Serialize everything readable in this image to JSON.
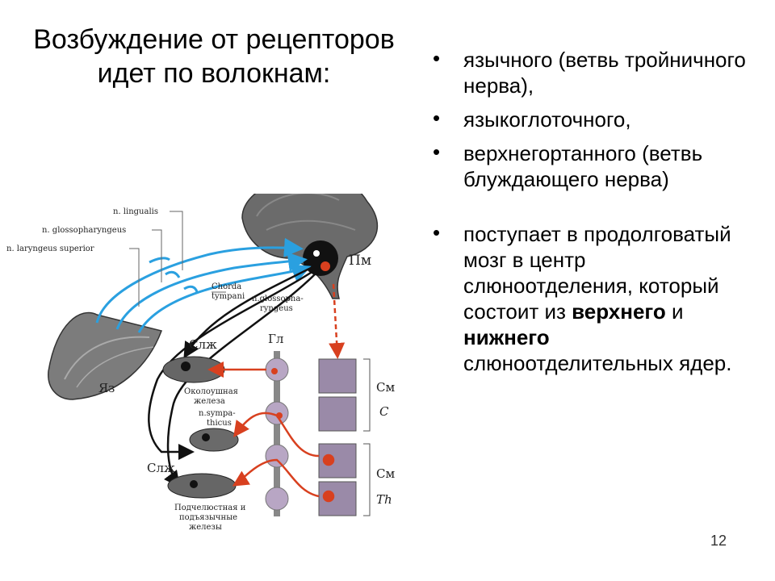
{
  "slide": {
    "title": "Возбуждение от рецепторов идет по волокнам:",
    "page_number": "12"
  },
  "bullets": {
    "item1": "язычного (ветвь тройничного нерва),",
    "item2": "языкоглоточного,",
    "item3": "верхнегортанного (ветвь блуждающего нерва)",
    "item4_part1": "поступает в продолговатый мозг в центр слюноотделения, который состоит из ",
    "item4_bold1": "верхнего",
    "item4_part2": " и ",
    "item4_bold2": "нижнего",
    "item4_part3": " слюноотделительных ядер."
  },
  "diagram": {
    "labels": {
      "n_lingualis": "n. lingualis",
      "n_glossopharyngeus": "n. glossopharyngeus",
      "n_laryngeus_superior": "n. laryngeus superior",
      "chorda": "Chorda",
      "tympani": "tympani",
      "n_glossopha": "n.glossopha-",
      "ryngeus": "ryngeus",
      "pm": "Пм",
      "gl": "Гл",
      "slzh_top": "Слж",
      "slzh_bottom": "Слж",
      "yaz": "Яз",
      "parotid_1": "Околоушная",
      "parotid_2": "железа",
      "n_sympa": "n.sympa-",
      "thicus": "thicus",
      "sm_top": "См",
      "c": "С",
      "sm_bottom": "См",
      "th": "Th",
      "submandibular_1": "Подчелюстная и",
      "submandibular_2": "подъязычные",
      "submandibular_3": "железы"
    },
    "colors": {
      "afferent": "#2aa0e0",
      "efferent_sympathetic": "#d8401f",
      "efferent_parasympathetic": "#111111",
      "brain": "#5a5a5a",
      "spinal_segment": "#9a8aa8"
    }
  }
}
